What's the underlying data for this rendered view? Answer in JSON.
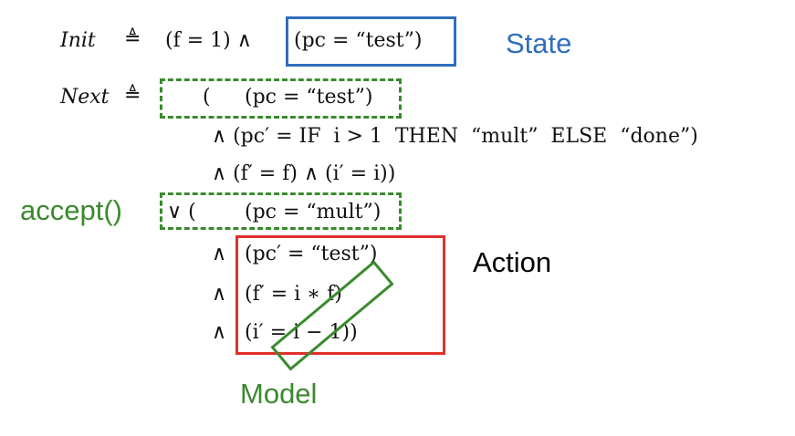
{
  "formula": {
    "init_name": "Init",
    "defeq": "≜",
    "init_rhs": "(f = 1) ∧",
    "init_state": "(pc = “test”)",
    "next_name": "Next",
    "next_open": "(",
    "next_guard": "(pc = “test”)",
    "next_line2": "∧ (pc′ = IF  i > 1  THEN  “mult”  ELSE  “done”)",
    "next_line3": "∧ (f′ = f) ∧ (i′ = i))",
    "or_open": "∨ (",
    "or_guard": "(pc = “mult”)",
    "and": "∧",
    "action_line1": "(pc′ = “test”)",
    "action_line2": "(f′ = i ∗ f)",
    "action_line3": "(i′ = i − 1))"
  },
  "annotations": {
    "state": "State",
    "accept": "accept()",
    "action": "Action",
    "model": "Model"
  },
  "colors": {
    "state": "#2f6ebd",
    "accept": "#3a8a2e",
    "action_box": "#e0302a",
    "model": "#3a8a2e"
  }
}
